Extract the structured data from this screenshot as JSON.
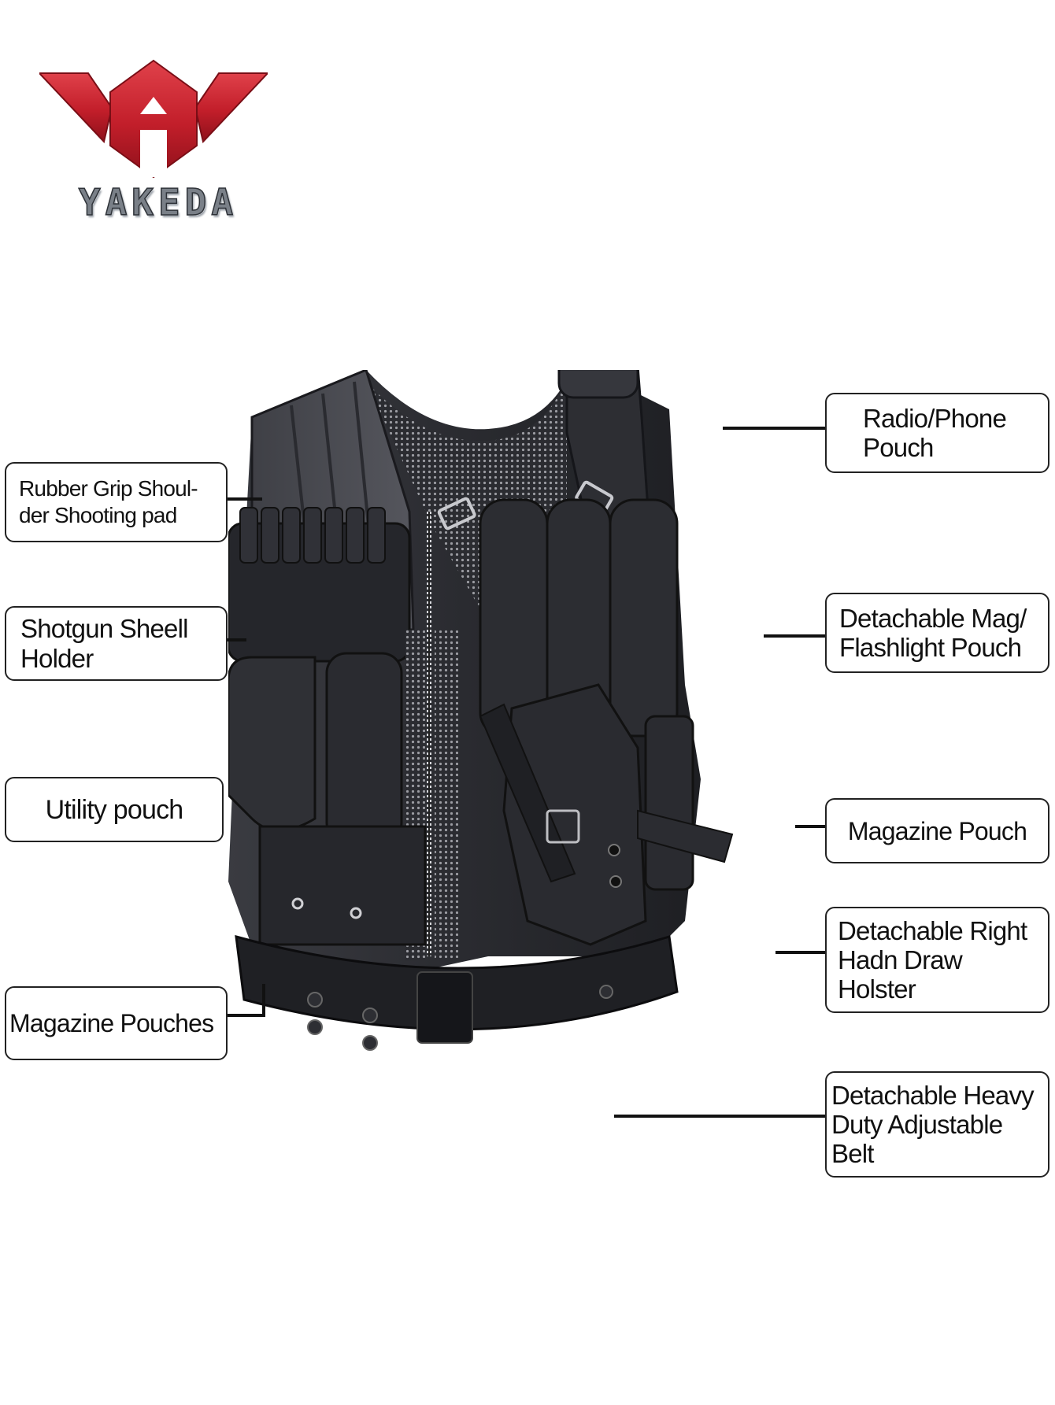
{
  "brand": {
    "logo_mark": "YAY",
    "logo_mark_color": "#c8232e",
    "name": "YAKEDA",
    "name_color": "#7a8088"
  },
  "product": {
    "subject": "Tactical vest",
    "color": "#2a2b30"
  },
  "callouts": {
    "left": [
      {
        "id": "shoulder-pad",
        "label": "Rubber Grip Shoul-\nder Shooting pad"
      },
      {
        "id": "shell-holder",
        "label": "Shotgun Sheell\nHolder"
      },
      {
        "id": "utility-pouch",
        "label": "Utility pouch"
      },
      {
        "id": "magazine-pouches",
        "label": "Magazine Pouches"
      }
    ],
    "right": [
      {
        "id": "radio-phone-pouch",
        "label": "Radio/Phone\nPouch"
      },
      {
        "id": "mag-flashlight-pouch",
        "label": "Detachable Mag/\nFlashlight Pouch"
      },
      {
        "id": "magazine-pouch",
        "label": "Magazine Pouch"
      },
      {
        "id": "holster",
        "label": "Detachable Right\nHadn Draw\nHolster"
      },
      {
        "id": "belt",
        "label": "Detachable Heavy\nDuty Adjustable\nBelt"
      }
    ]
  }
}
